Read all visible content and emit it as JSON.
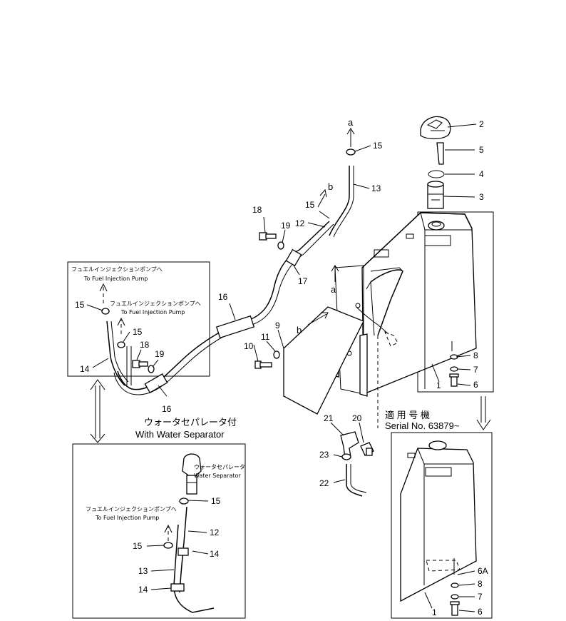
{
  "callouts": {
    "c1a": "1",
    "c1b": "1",
    "c2": "2",
    "c3": "3",
    "c4": "4",
    "c5": "5",
    "c6a": "6",
    "c6b": "6",
    "c6A": "6A",
    "c7a": "7",
    "c7b": "7",
    "c8a": "8",
    "c8b": "8",
    "c9": "9",
    "c10": "10",
    "c11": "11",
    "c12a": "12",
    "c12b": "12",
    "c13a": "13",
    "c13b": "13",
    "c14a": "14",
    "c14b": "14",
    "c14c": "14",
    "c15a": "15",
    "c15b": "15",
    "c15c": "15",
    "c15d": "15",
    "c15e": "15",
    "c15f": "15",
    "c16a": "16",
    "c16b": "16",
    "c17": "17",
    "c18a": "18",
    "c18b": "18",
    "c19a": "19",
    "c19b": "19",
    "c20": "20",
    "c21": "21",
    "c22": "22",
    "c23": "23",
    "ref_a_top": "a",
    "ref_a_tank": "a",
    "ref_b_pipe": "b",
    "ref_b_tank": "b"
  },
  "notes": {
    "fip_jp_1": "フュエルインジェクションポンプへ",
    "fip_en_1": "To Fuel Injection Pump",
    "fip_jp_2": "フュエルインジェクションポンプへ",
    "fip_en_2": "To Fuel Injection Pump",
    "fip_jp_3": "フュエルインジェクションポンプへ",
    "fip_en_3": "To Fuel Injection Pump",
    "ws_jp": "ウォータセパレータ",
    "ws_en": "Water Separator",
    "with_ws_jp": "ウォータセパレータ付",
    "with_ws_en": "With Water Separator",
    "serial_jp": "適 用 号 機",
    "serial_en": "Serial No. 63879~"
  }
}
